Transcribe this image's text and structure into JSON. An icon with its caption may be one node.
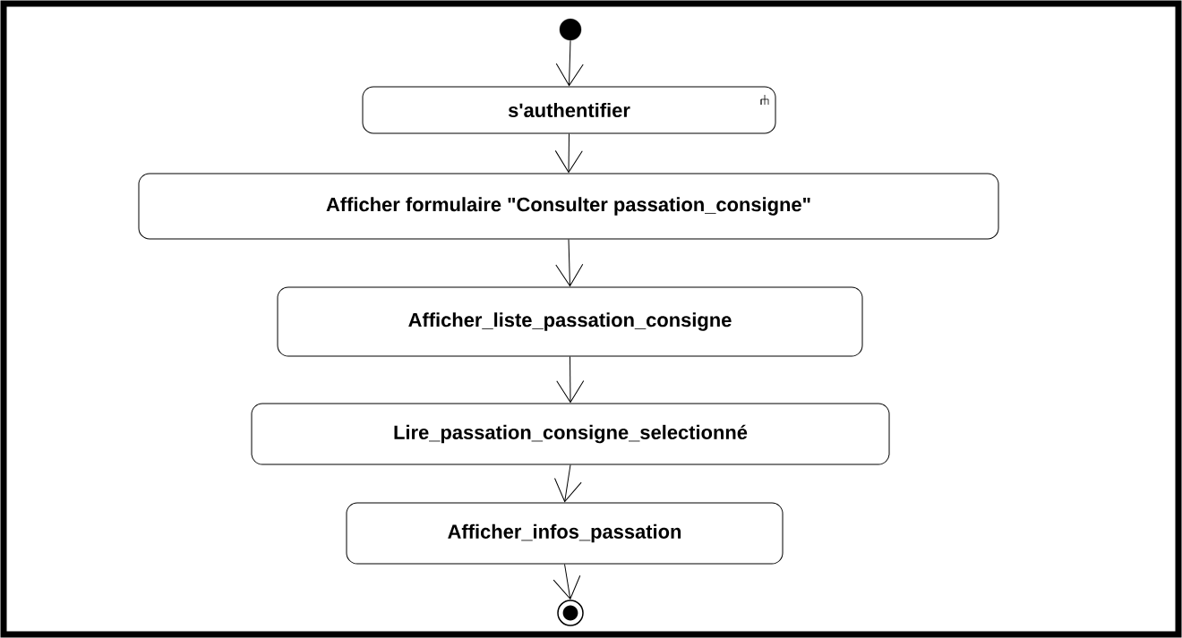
{
  "diagram": {
    "nodes": [
      {
        "text": [],
        "shape": "circle"
      },
      {
        "text": [
          "s'authentifier"
        ]
      },
      {
        "text": [
          "Afficher formulaire \"Consulter passation_consigne\""
        ]
      },
      {
        "text": [
          "Afficher_liste_passation_consigne"
        ]
      },
      {
        "text": [
          "Lire_passation_consigne_selectionné"
        ]
      },
      {
        "text": [
          "Afficher_infos_passation"
        ]
      },
      {
        "text": [],
        "shape": "bullseye"
      }
    ],
    "edges": [
      {
        "from": 0,
        "to": 1,
        "arrow": "to"
      },
      {
        "from": 1,
        "to": 2,
        "arrow": "to"
      },
      {
        "from": 2,
        "to": 3,
        "arrow": "to"
      },
      {
        "from": 3,
        "to": 4,
        "arrow": "to"
      },
      {
        "from": 4,
        "to": 5,
        "arrow": "to"
      },
      {
        "from": 5,
        "to": 6,
        "arrow": "to"
      }
    ]
  }
}
